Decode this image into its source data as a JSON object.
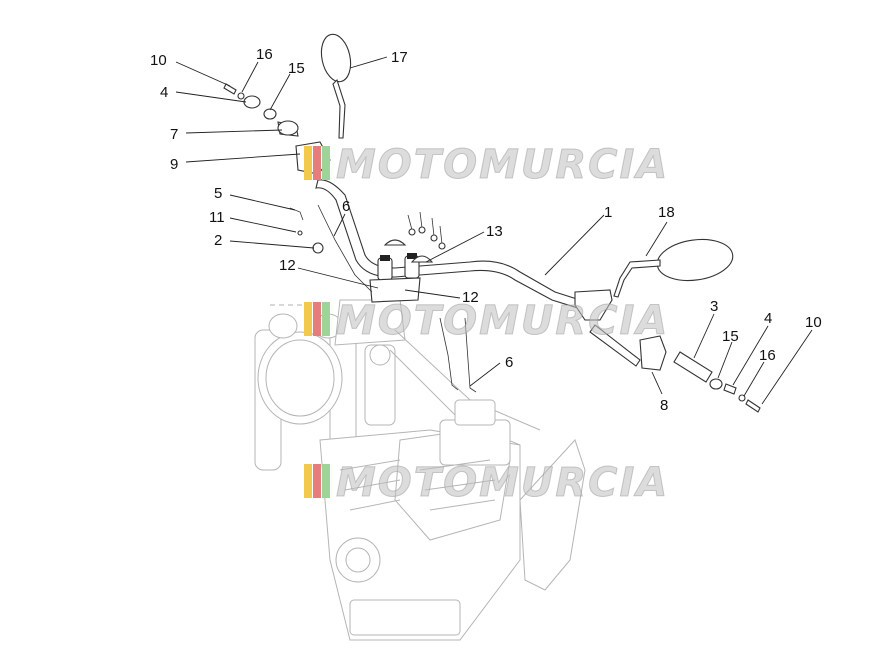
{
  "callouts": {
    "c1": "1",
    "c2": "2",
    "c3": "3",
    "c4a": "4",
    "c4b": "4",
    "c5": "5",
    "c6a": "6",
    "c6b": "6",
    "c7": "7",
    "c8": "8",
    "c9": "9",
    "c10a": "10",
    "c10b": "10",
    "c11": "11",
    "c12a": "12",
    "c12b": "12",
    "c13": "13",
    "c15a": "15",
    "c15b": "15",
    "c16a": "16",
    "c16b": "16",
    "c17": "17",
    "c18": "18"
  },
  "watermark": {
    "text": "MOTOMURCIA",
    "colors": [
      "#f2c94c",
      "#e87b7b",
      "#9fd39a"
    ]
  },
  "colors": {
    "line": "#333333",
    "ghost": "#b5b5b5",
    "background": "#ffffff"
  }
}
